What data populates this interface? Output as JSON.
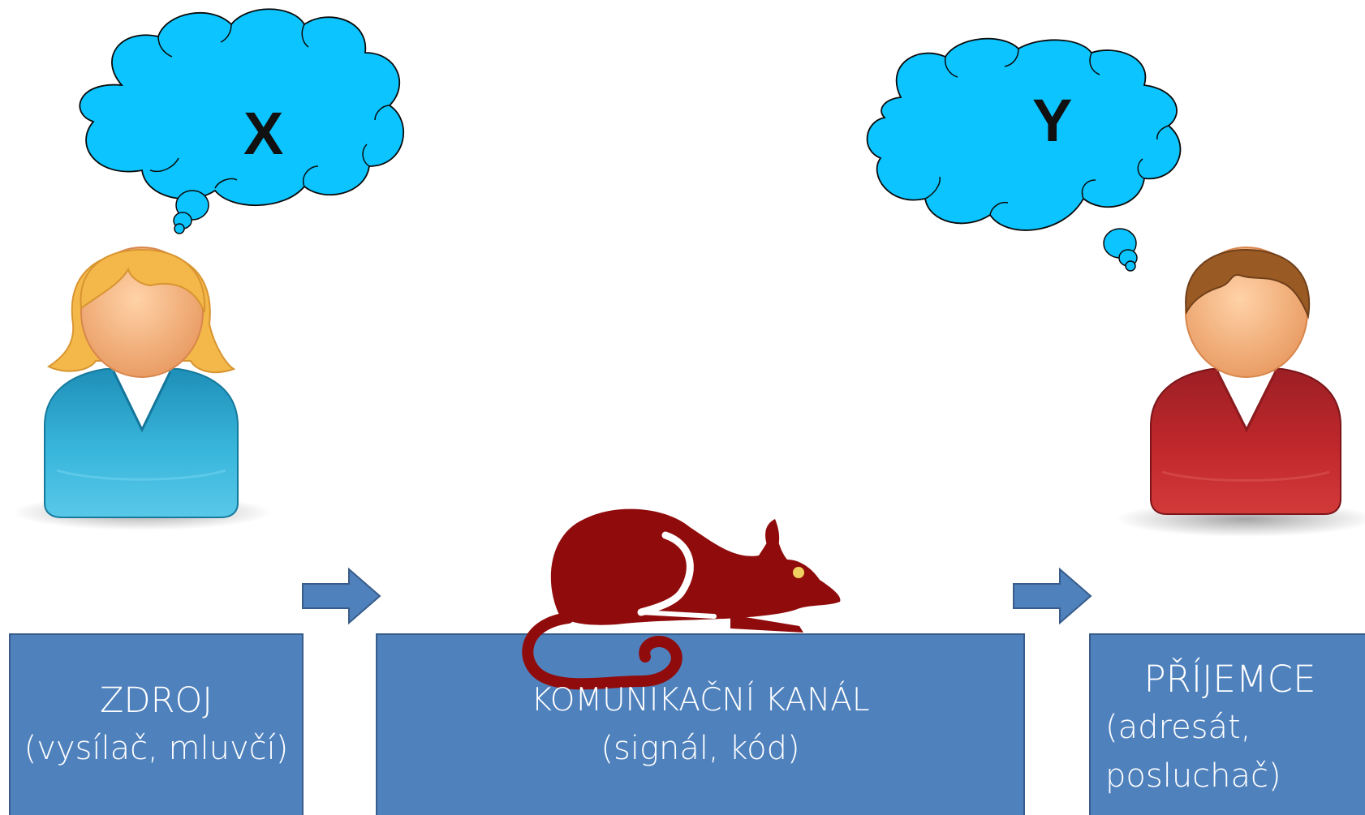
{
  "colors": {
    "box_fill": "#4f81bd",
    "box_stroke": "#385d8a",
    "cloud_fill": "#0cc4ff",
    "rat": "#900c0c",
    "source_shirt": "#23a0c8",
    "receiver_shirt": "#c0282c",
    "source_hair": "#f4b84a",
    "receiver_hair": "#9a5a24",
    "skin": "#f5b98a"
  },
  "thoughts": {
    "source": "X",
    "receiver": "Y"
  },
  "boxes": {
    "source": {
      "title": "ZDROJ",
      "subtitle": "(vysílač, mluvčí)"
    },
    "channel": {
      "title": "KOMUNIKAČNÍ KANÁL",
      "subtitle": "(signál, kód)"
    },
    "receiver": {
      "title": "PŘÍJEMCE",
      "subtitle_line1": "(adresát,",
      "subtitle_line2": "posluchač)"
    }
  },
  "icons": [
    "woman-person-icon",
    "man-person-icon",
    "thought-cloud-icon",
    "rat-icon",
    "right-arrow-icon"
  ]
}
